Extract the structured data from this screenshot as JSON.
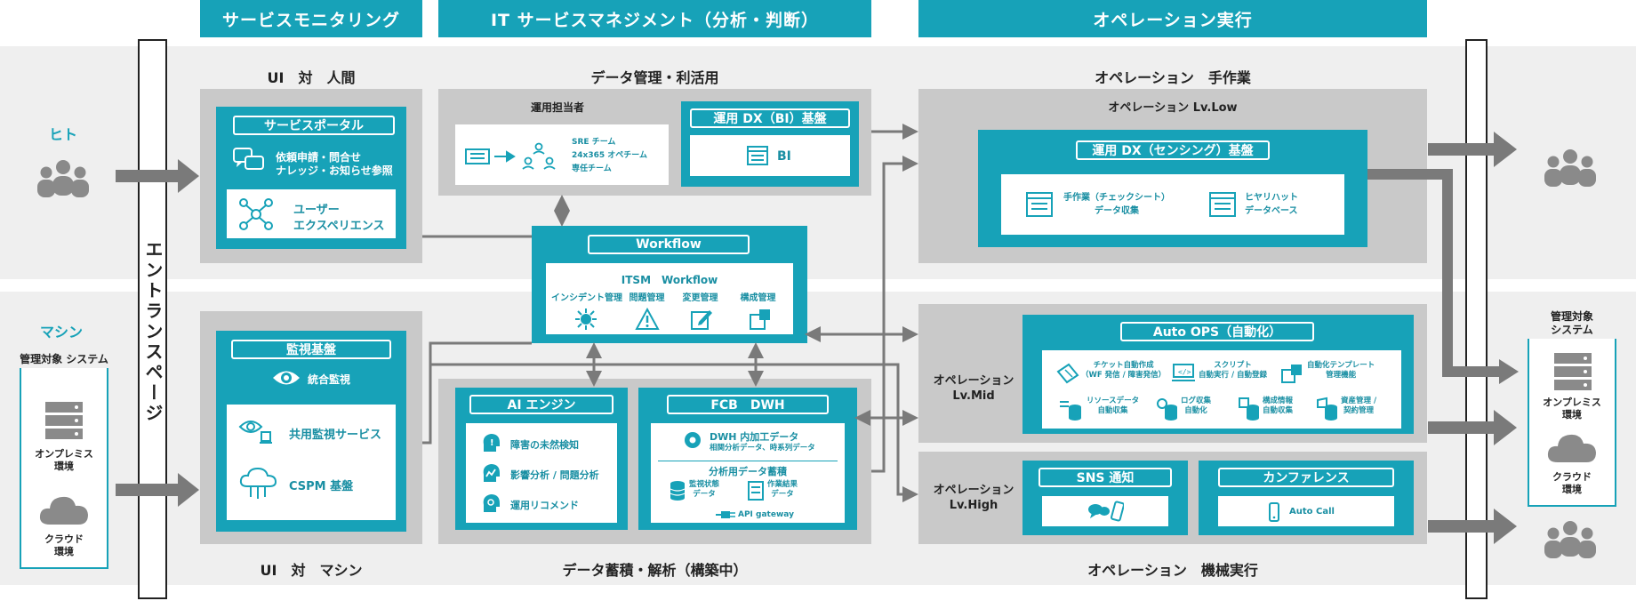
{
  "headers": {
    "monitoring": "サービスモニタリング",
    "itsm": "IT サービスマネジメント（分析・判断）",
    "ops": "オペレーション実行"
  },
  "sections": {
    "ui_human": "UI　対　人間",
    "data_mgmt": "データ管理・利活用",
    "ops_manual": "オペレーション　手作業",
    "ui_machine": "UI　対　マシン",
    "data_store": "データ蓄積・解析（構築中）",
    "ops_machine": "オペレーション　機械実行"
  },
  "left": {
    "human": "ヒト",
    "machine": "マシン",
    "managed_system": "管理対象\nシステム",
    "onprem": "オンプレミス\n環境",
    "cloud": "クラウド\n環境"
  },
  "entrance": "エントランスページ",
  "portal": {
    "title": "サービスポータル",
    "line1": "依頼申請・問合せ",
    "line2": "ナレッジ・お知らせ参照",
    "ux1": "ユーザー",
    "ux2": "エクスペリエンス"
  },
  "ops_team": {
    "label": "運用担当者",
    "sre": "SRE チーム",
    "ops24": "24x365 オペチーム",
    "dedicated": "専任チーム"
  },
  "dx_bi": {
    "title": "運用 DX（BI）基盤",
    "bi": "BI"
  },
  "workflow": {
    "title": "Workflow",
    "subtitle": "ITSM　Workflow",
    "items": [
      "インシデント管理",
      "問題管理",
      "変更管理",
      "構成管理"
    ]
  },
  "monitor": {
    "title": "監視基盤",
    "integrated": "統合監視",
    "shared": "共用監視サービス",
    "cspm": "CSPM 基盤"
  },
  "ai": {
    "title": "AI エンジン",
    "items": [
      "障害の未然検知",
      "影響分析 / 問題分析",
      "運用リコメンド"
    ]
  },
  "fcb": {
    "title": "FCB　DWH",
    "dwh": "DWH 内加工データ",
    "dwh_sub": "相関分析データ、時系列データ",
    "analysis": "分析用データ蓄積",
    "monitor_state": "監視状態\nデータ",
    "work_result": "作業結果\nデータ",
    "api": "API gateway"
  },
  "ops_low": {
    "label": "オペレーション Lv.Low",
    "title": "運用 DX（センシング）基盤",
    "manual": "手作業（チェックシート）\nデータ収集",
    "hiyari": "ヒヤリハット\nデータベース"
  },
  "ops_mid": {
    "label": "オペレーション\nLv.Mid",
    "title": "Auto OPS（自動化）",
    "items": [
      "チケット自動作成\n（WF 発信 / 障害発信）",
      "スクリプト\n自動実行 / 自動登録",
      "自動化テンプレート\n管理機能",
      "リソースデータ\n自動収集",
      "ログ収集\n自動化",
      "構成情報\n自動収集",
      "資産管理 /\n契約管理"
    ]
  },
  "ops_high": {
    "label": "オペレーション\nLv.High",
    "sns": "SNS 通知",
    "conf": "カンファレンス",
    "autocall": "Auto Call"
  },
  "right": {
    "managed_system": "管理対象\nシステム",
    "onprem": "オンプレミス\n環境",
    "cloud": "クラウド\n環境"
  },
  "colors": {
    "teal": "#17a2b8",
    "gray": "#c9c9c9",
    "arrow": "#7a7a7a",
    "band": "#efefef"
  }
}
